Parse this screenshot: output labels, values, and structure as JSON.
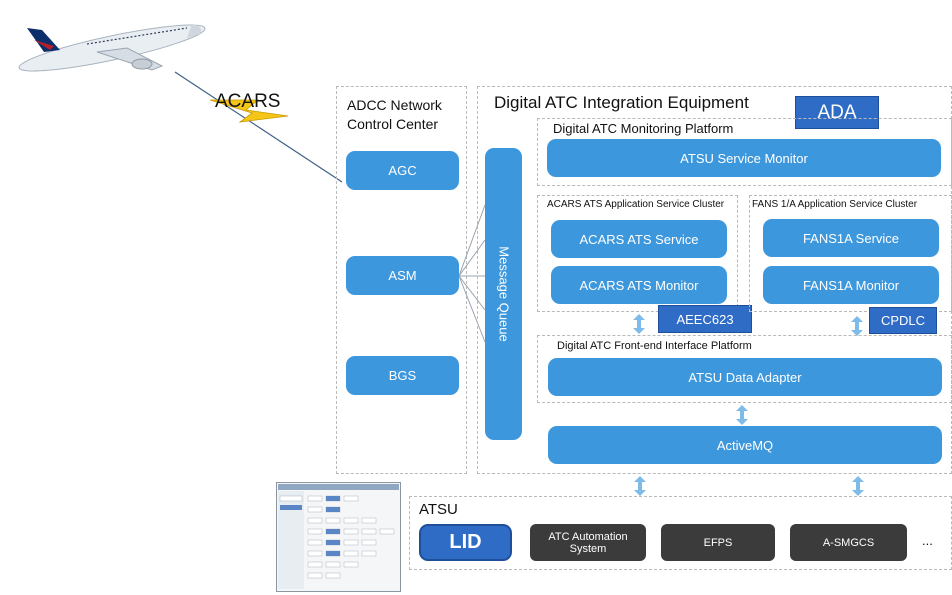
{
  "acars_label": "ACARS",
  "adcc": {
    "title_line1": "ADCC Network",
    "title_line2": "Control Center",
    "nodes": [
      "AGC",
      "ASM",
      "BGS"
    ]
  },
  "message_queue": "Message Queue",
  "digital_atc": {
    "title": "Digital ATC Integration Equipment",
    "ada_tag": "ADA",
    "monitoring": {
      "title": "Digital ATC Monitoring Platform",
      "service": "ATSU Service Monitor"
    },
    "acars_cluster": {
      "title": "ACARS ATS Application Service Cluster",
      "service": "ACARS ATS Service",
      "monitor": "ACARS ATS Monitor",
      "tag": "AEEC623"
    },
    "fans_cluster": {
      "title": "FANS 1/A Application Service Cluster",
      "service": "FANS1A Service",
      "monitor": "FANS1A Monitor",
      "tag": "CPDLC"
    },
    "frontend": {
      "title": "Digital ATC Front-end Interface Platform",
      "adapter": "ATSU Data Adapter"
    },
    "activemq": "ActiveMQ"
  },
  "atsu": {
    "title": "ATSU",
    "lid": "LID",
    "systems": [
      "ATC Automation System",
      "EFPS",
      "A-SMGCS"
    ],
    "more": "..."
  },
  "colors": {
    "service_blue": "#3d97dc",
    "tag_blue": "#2f6cc6",
    "dark_box": "#3b3b3b",
    "arrow_blue": "#7fbbe8"
  }
}
